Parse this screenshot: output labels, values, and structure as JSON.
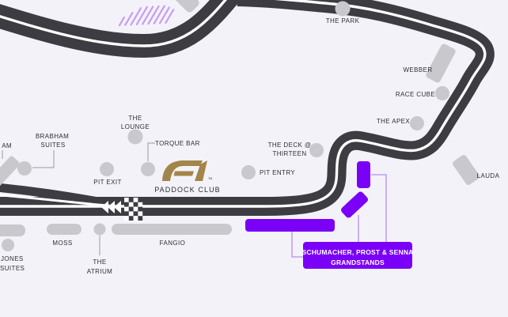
{
  "map_title": "circuit-hospitality-map",
  "labels": {
    "the_park": "THE PARK",
    "webber": "WEBBER",
    "race_cube": "RACE CUBE",
    "the_apex": "THE APEX",
    "lauda": "LAUDA",
    "the_deck_line1": "THE DECK @",
    "the_deck_line2": "THIRTEEN",
    "pit_entry": "PIT ENTRY",
    "torque_bar": "TORQUE BAR",
    "the_lounge_line1": "THE",
    "the_lounge_line2": "LOUNGE",
    "pit_exit": "PIT EXIT",
    "brabham_line1": "BRABHAM",
    "brabham_line2": "SUITES",
    "am_partial": "AM",
    "jones_line1": "JONES",
    "jones_line2": "SUITES",
    "moss": "MOSS",
    "fangio": "FANGIO",
    "atrium_line1": "THE",
    "atrium_line2": "ATRIUM",
    "paddock_club": "PADDOCK CLUB",
    "f1_tm": "TM",
    "grandstands_line1": "SCHUMACHER, PROST & SENNA",
    "grandstands_line2": "GRANDSTANDS"
  },
  "colors": {
    "background": "#f4f2f9",
    "track": "#3d3c42",
    "track_centerline": "#ffffff",
    "building_gray": "#c9c8cd",
    "grandstand_purple": "#7a00f7",
    "connector_purple": "#b78cf2",
    "hatch_purple": "#c7a0f1",
    "connector_gray": "#aaa9ae",
    "label_text": "#2f2e34",
    "f1_gold": "#a28549",
    "grandstand_label_text": "#ffffff"
  }
}
